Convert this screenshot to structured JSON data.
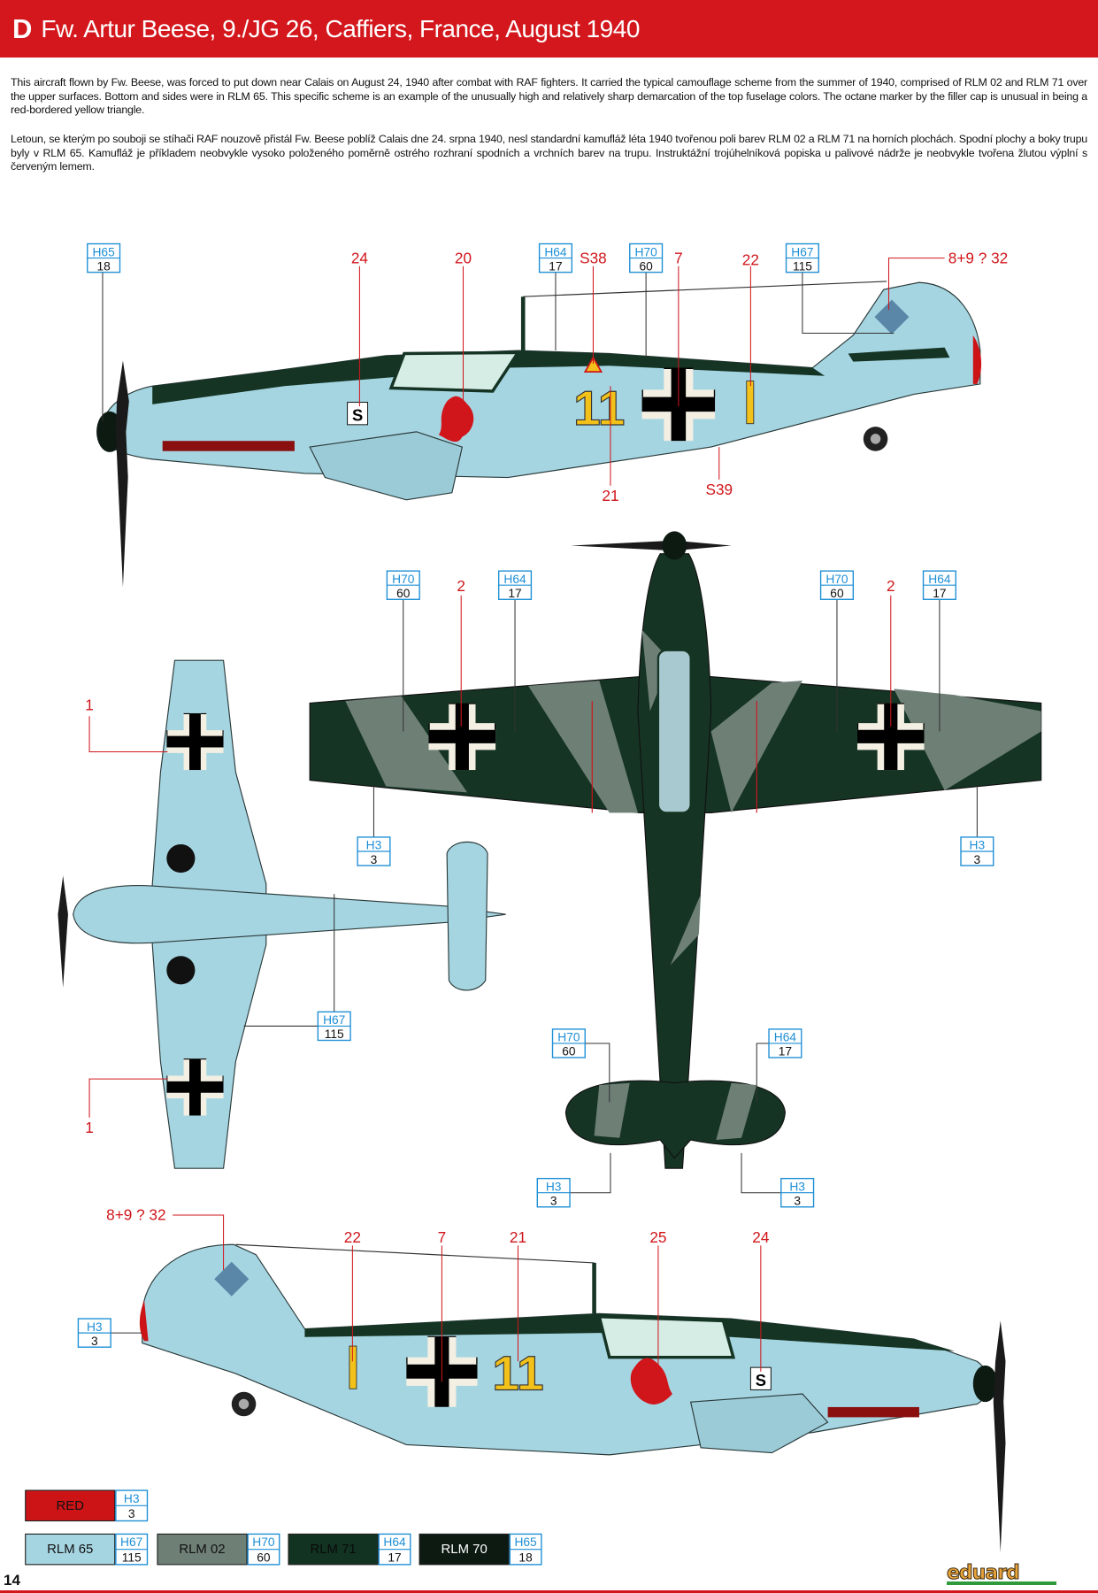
{
  "header": {
    "letter": "D",
    "title": "Fw. Artur Beese, 9./JG 26, Caffiers, France, August 1940"
  },
  "description": {
    "en": "This aircraft flown by Fw. Beese, was forced to put down near Calais on August 24, 1940 after combat with RAF fighters. It carried the typical camouflage scheme from the summer of 1940, comprised of RLM 02 and RLM 71 over the upper surfaces. Bottom and sides were in RLM 65. This specific scheme is an example of the unusually high and relatively sharp demarcation of the top fuselage colors. The octane marker by the filler cap is unusual in being a red-bordered yellow triangle.",
    "cz": "Letoun, se kterým po souboji se stíhači RAF nouzově přistál Fw. Beese poblíž Calais dne 24. srpna 1940, nesl standardní kamufláž léta 1940 tvořenou poli barev RLM 02 a RLM 71 na horních plochách. Spodní plochy a boky trupu byly v RLM 65. Kamufláž je příkladem neobvykle vysoko položeného poměrně ostrého rozhraní spodních a vrchních barev na trupu. Instruktážní trojúhelníková popiska u palivové nádrže je neobvykle tvořena žlutou výplní s červeným lemem."
  },
  "paints": {
    "h3": {
      "code": "H3",
      "num": "3"
    },
    "h64": {
      "code": "H64",
      "num": "17"
    },
    "h65": {
      "code": "H65",
      "num": "18"
    },
    "h67": {
      "code": "H67",
      "num": "115"
    },
    "h70": {
      "code": "H70",
      "num": "60"
    }
  },
  "markings": {
    "m1": "1",
    "m2": "2",
    "m7": "7",
    "m20": "20",
    "m21": "21",
    "m22": "22",
    "m24": "24",
    "m25": "25",
    "s38": "S38",
    "s39": "S39",
    "m8932": "8+9 ? 32"
  },
  "aircraft": {
    "code": "11",
    "letter": "S"
  },
  "legend": [
    {
      "name": "RED",
      "code": "H3",
      "num": "3",
      "color": "#cc1417"
    },
    {
      "name": "RLM 65",
      "code": "H67",
      "num": "115",
      "color": "#a6d5e2"
    },
    {
      "name": "RLM 02",
      "code": "H70",
      "num": "60",
      "color": "#6e7f76"
    },
    {
      "name": "RLM 71",
      "code": "H64",
      "num": "17",
      "color": "#123322"
    },
    {
      "name": "RLM 70",
      "code": "H65",
      "num": "18",
      "color": "#0c1a12"
    }
  ],
  "footer": {
    "page": "14",
    "logo": "eduard"
  }
}
